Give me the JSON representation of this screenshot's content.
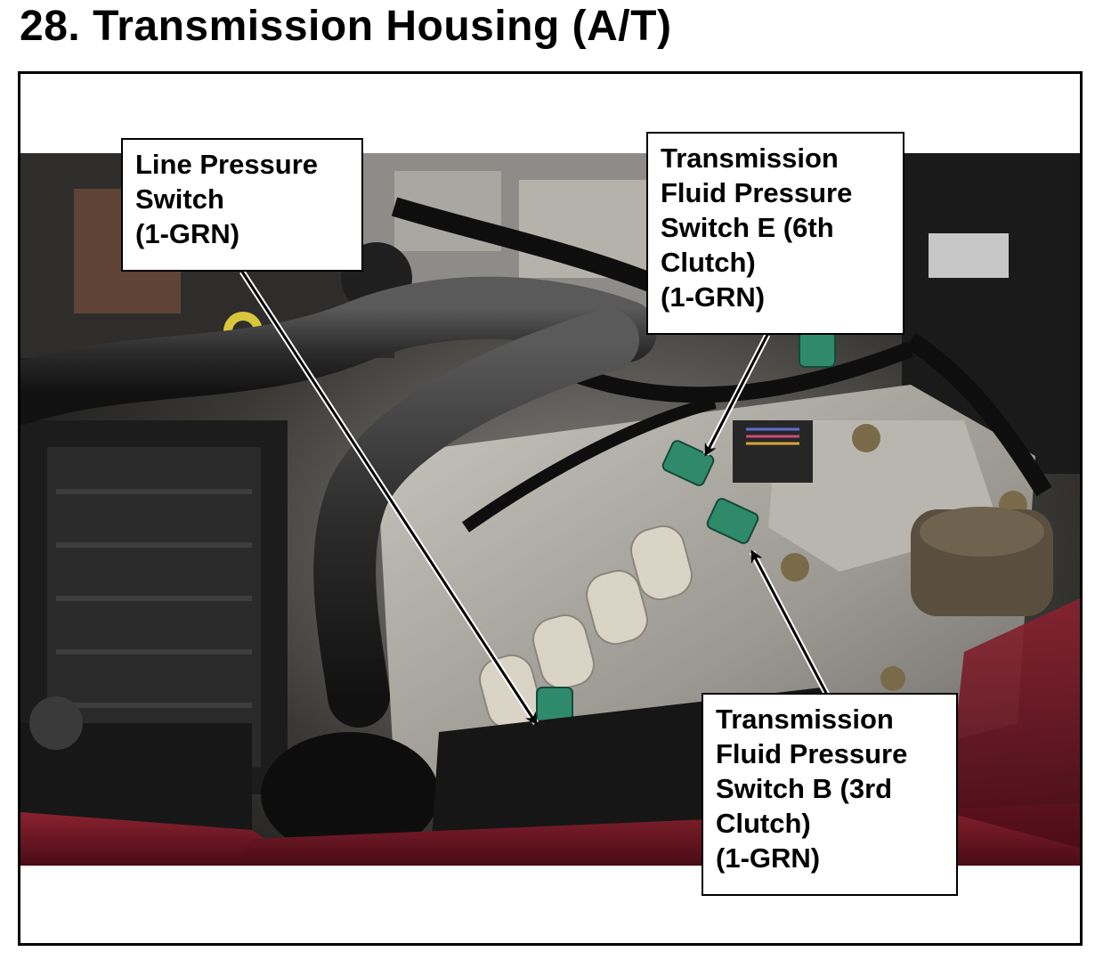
{
  "title": "28.  Transmission Housing (A/T)",
  "photo": {
    "subject": "engine-bay-transmission-housing"
  },
  "callouts": {
    "line_pressure": {
      "lines": [
        "Line Pressure",
        "Switch",
        "(1-GRN)"
      ]
    },
    "switch_e": {
      "lines": [
        "Transmission",
        "Fluid Pressure",
        "Switch E (6th",
        "Clutch)",
        "(1-GRN)"
      ]
    },
    "switch_b": {
      "lines": [
        "Transmission",
        "Fluid Pressure",
        "Switch B (3rd",
        "Clutch)",
        "(1-GRN)"
      ]
    }
  }
}
